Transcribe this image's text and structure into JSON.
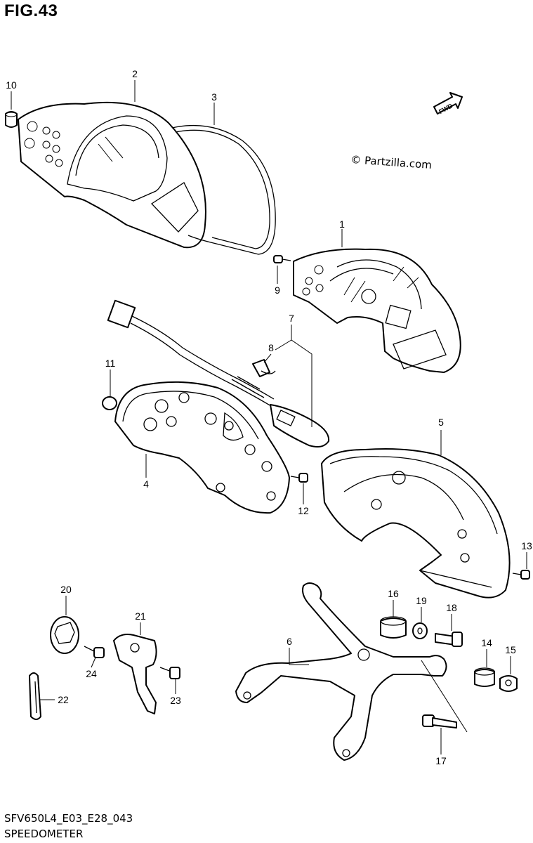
{
  "figure": {
    "title": "FIG.43",
    "copyright": "© Partzilla.com",
    "fwd_label": "FWD",
    "diagram_code": "SFV650L4_E03_E28_043",
    "section_name": "SPEEDOMETER"
  },
  "callouts": {
    "c1": "1",
    "c2": "2",
    "c3": "3",
    "c4": "4",
    "c5": "5",
    "c6": "6",
    "c7": "7",
    "c8": "8",
    "c9": "9",
    "c10": "10",
    "c11": "11",
    "c12": "12",
    "c13": "13",
    "c14": "14",
    "c15": "15",
    "c16": "16",
    "c17": "17",
    "c18": "18",
    "c19": "19",
    "c20": "20",
    "c21": "21",
    "c22": "22",
    "c23": "23",
    "c24": "24"
  }
}
